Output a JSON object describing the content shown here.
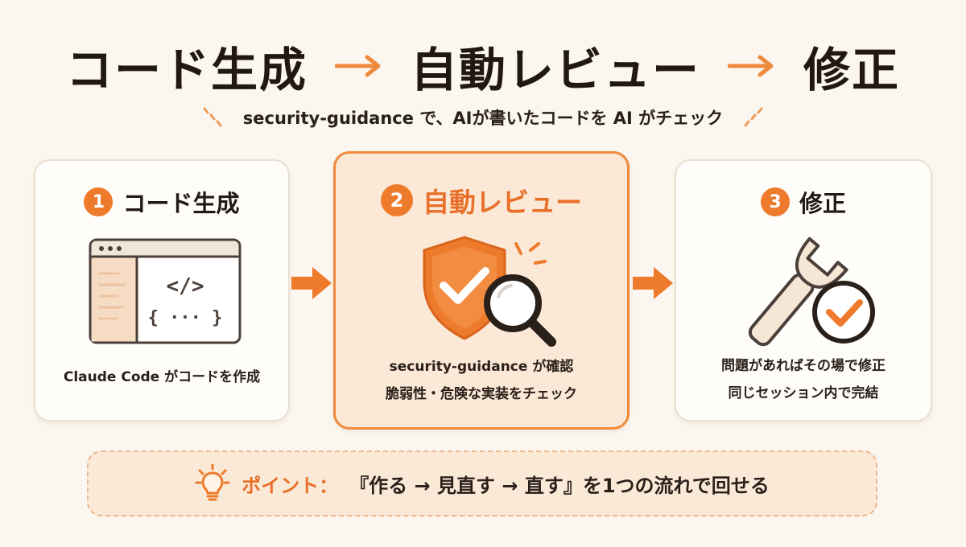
{
  "title": {
    "step1": "コード生成",
    "step2": "自動レビュー",
    "step3": "修正"
  },
  "subtitle": "security-guidance で、AIが書いたコードを AI がチェック",
  "cards": [
    {
      "number": "1",
      "label": "コード生成",
      "lines": [
        "Claude Code がコードを作成"
      ],
      "icon": "code-window-icon"
    },
    {
      "number": "2",
      "label": "自動レビュー",
      "lines": [
        "security-guidance が確認",
        "脆弱性・危険な実装をチェック"
      ],
      "icon": "shield-magnifier-icon"
    },
    {
      "number": "3",
      "label": "修正",
      "lines": [
        "問題があればその場で修正",
        "同じセッション内で完結"
      ],
      "icon": "wrench-check-icon"
    }
  ],
  "code_glyphs": {
    "tag": "</>",
    "braces": "{ ··· }"
  },
  "point": {
    "label": "ポイント：",
    "text": "『作る → 見直す → 直す』を1つの流れで回せる",
    "icon": "lightbulb-icon"
  },
  "colors": {
    "accent": "#ee7a2b",
    "highlight_card_bg": "#fbe8d6",
    "background": "#fbf6ef"
  }
}
